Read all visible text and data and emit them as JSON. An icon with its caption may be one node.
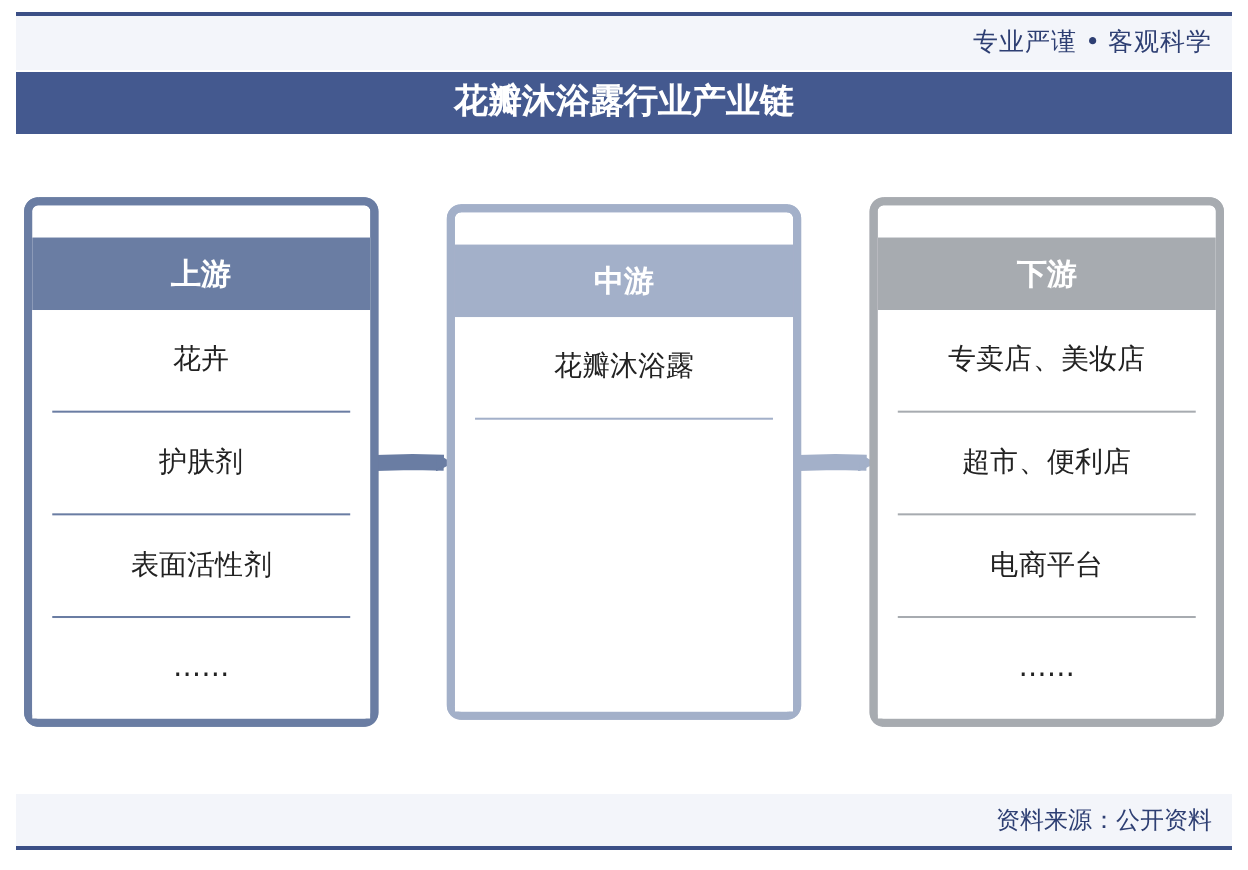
{
  "diagram": {
    "title": "花瓣沐浴露行业产业链",
    "nodes": [
      {
        "text": [
          "上游",
          "花卉",
          "护肤剂",
          "表面活性剂",
          "……"
        ]
      },
      {
        "text": [
          "中游",
          "花瓣沐浴露"
        ]
      },
      {
        "text": [
          "下游",
          "专卖店、美妆店",
          "超市、便利店",
          "电商平台",
          "……"
        ]
      }
    ],
    "edges": [
      {
        "from": 0,
        "to": 1,
        "arrow": "to",
        "color": "#6a7da3"
      },
      {
        "from": 1,
        "to": 2,
        "arrow": "to",
        "color": "#a3b0c9"
      }
    ],
    "labels": [
      "专业严谨 • 客观科学",
      "资料来源：公开资料"
    ]
  }
}
